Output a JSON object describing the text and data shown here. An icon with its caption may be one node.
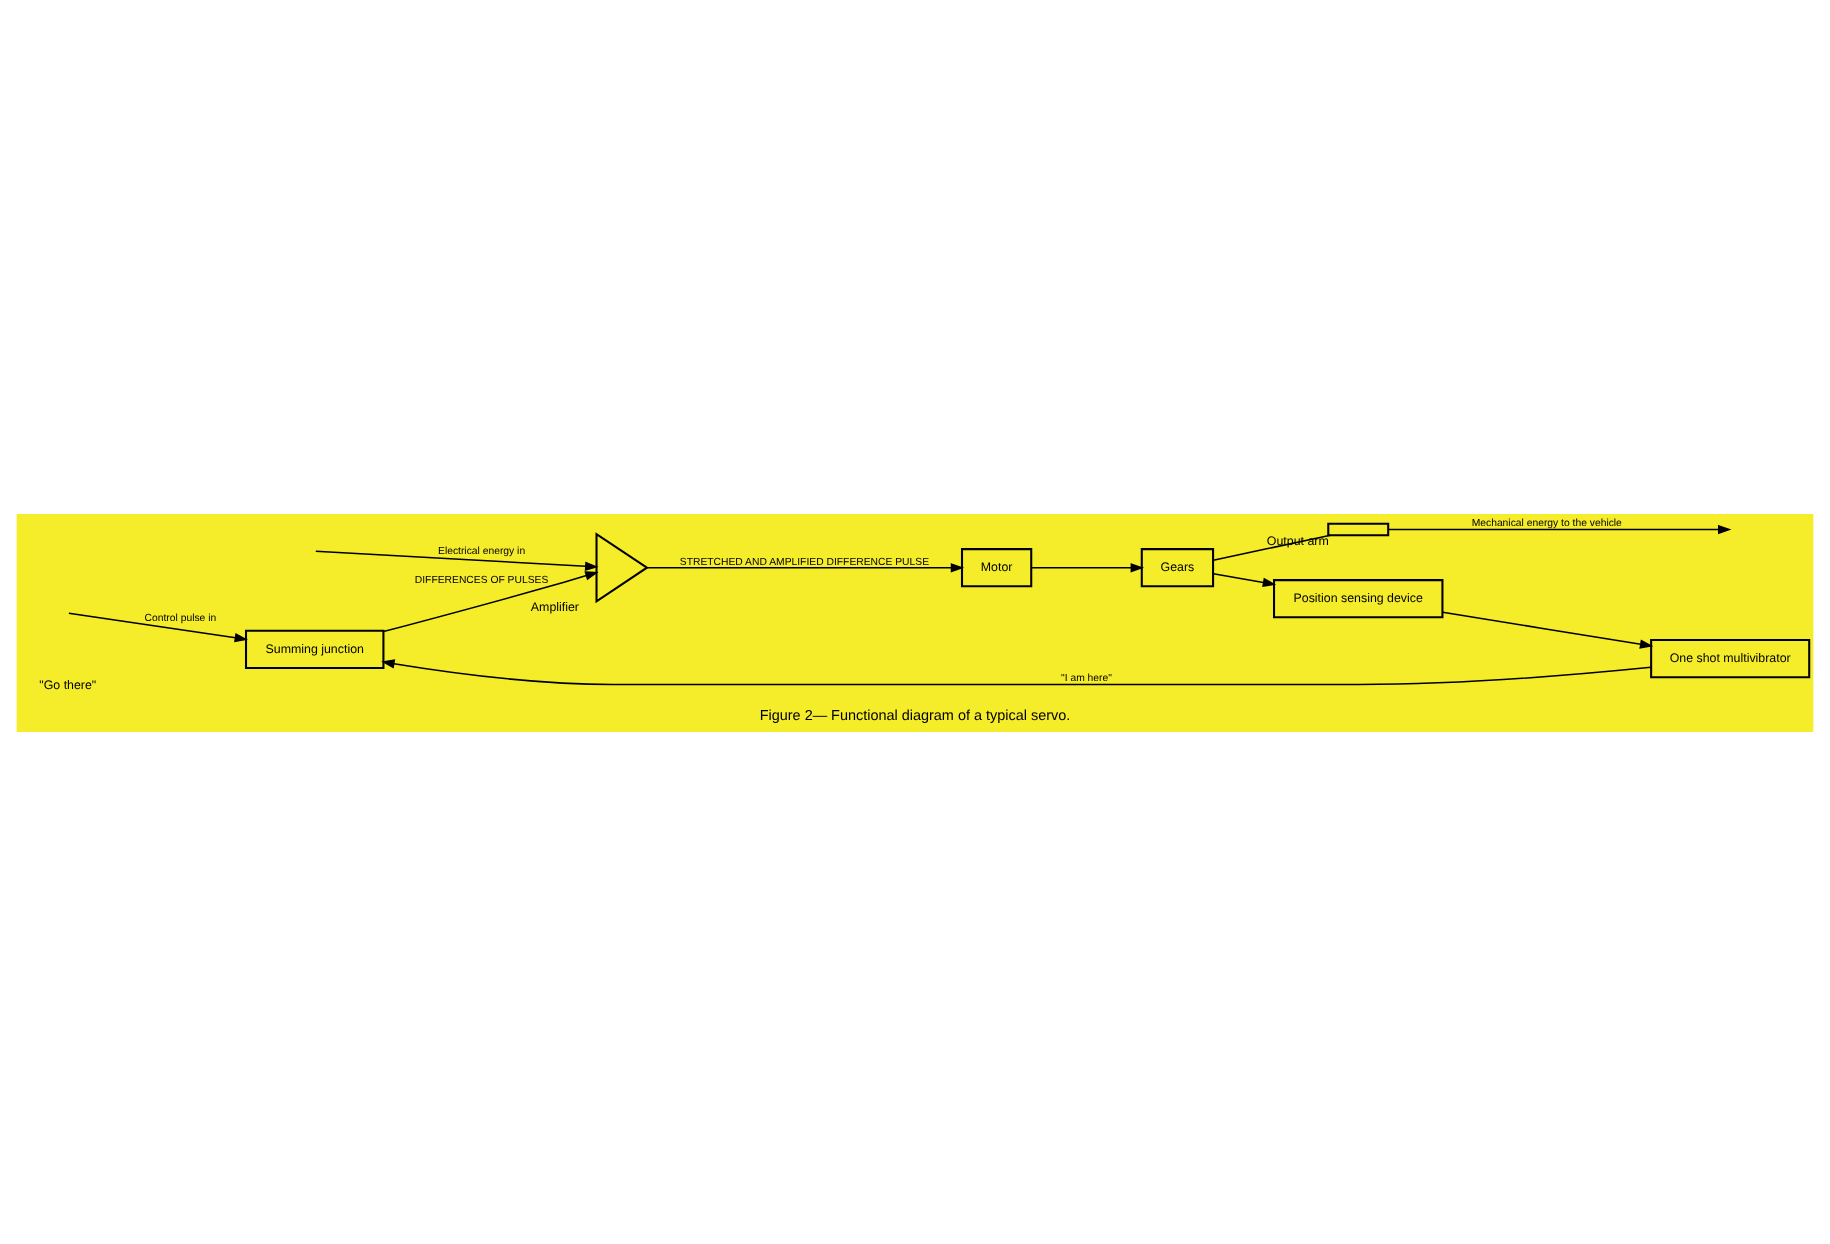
{
  "diagram": {
    "caption": "Figure 2— Functional diagram of a typical servo.",
    "nodes": [
      {
        "text": [
          "Summing junction"
        ]
      },
      {
        "text": [
          "One shot multivibrator"
        ]
      },
      {
        "text": [
          "Position sensing device"
        ]
      },
      {
        "text": [
          "Gears"
        ]
      },
      {
        "text": [
          "Motor"
        ]
      },
      {
        "text": [
          "Amplifier"
        ]
      },
      {
        "text": [
          "Output arm"
        ]
      }
    ],
    "edges": [
      {
        "from": null,
        "to": 0,
        "arrow": "to",
        "label": "Control pulse in"
      },
      {
        "from": 1,
        "to": 0,
        "arrow": "to",
        "label": "\"I am here\""
      },
      {
        "from": 0,
        "to": 5,
        "arrow": "to",
        "label": "DIFFERENCES OF PULSES"
      },
      {
        "from": null,
        "to": 5,
        "arrow": "to",
        "label": "Electrical energy in"
      },
      {
        "from": 5,
        "to": 4,
        "arrow": "to",
        "label": "STRETCHED AND AMPLIFIED DIFFERENCE PULSE"
      },
      {
        "from": 4,
        "to": 3,
        "arrow": "to"
      },
      {
        "from": 3,
        "to": 6,
        "arrow": "none"
      },
      {
        "from": 3,
        "to": 2,
        "arrow": "to"
      },
      {
        "from": 2,
        "to": 1,
        "arrow": "to"
      },
      {
        "from": 6,
        "to": null,
        "arrow": "to",
        "label": "Mechanical energy to the vehicle"
      }
    ],
    "labels": [
      "\"Go there\""
    ]
  }
}
